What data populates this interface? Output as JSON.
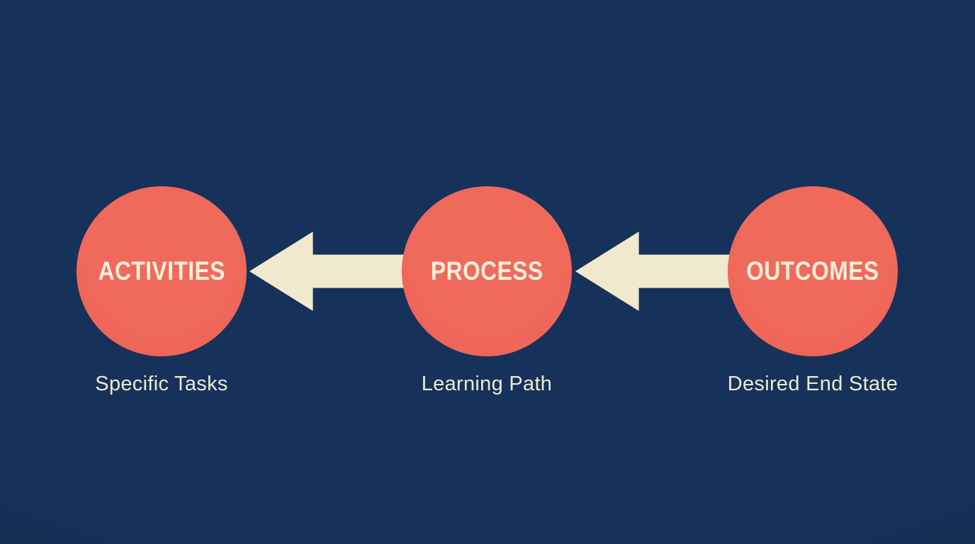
{
  "colors": {
    "background": "#16325a",
    "background-edge": "#112a4c",
    "circle": "#f06a5c",
    "circle-edge": "#ea5f52",
    "arrow": "#f1e9ce",
    "label-text": "#f7f0da",
    "sublabel-text": "#efe9d3"
  },
  "diagram": {
    "type": "flow",
    "flow_direction": "right-to-left"
  },
  "nodes": [
    {
      "id": "activities",
      "label": "ACTIVITIES",
      "sublabel": "Specific Tasks"
    },
    {
      "id": "process",
      "label": "PROCESS",
      "sublabel": "Learning Path"
    },
    {
      "id": "outcomes",
      "label": "OUTCOMES",
      "sublabel": "Desired End State"
    }
  ],
  "arrows": [
    {
      "id": "process-to-activities",
      "from": "process",
      "to": "activities",
      "direction": "left"
    },
    {
      "id": "outcomes-to-process",
      "from": "outcomes",
      "to": "process",
      "direction": "left"
    }
  ]
}
